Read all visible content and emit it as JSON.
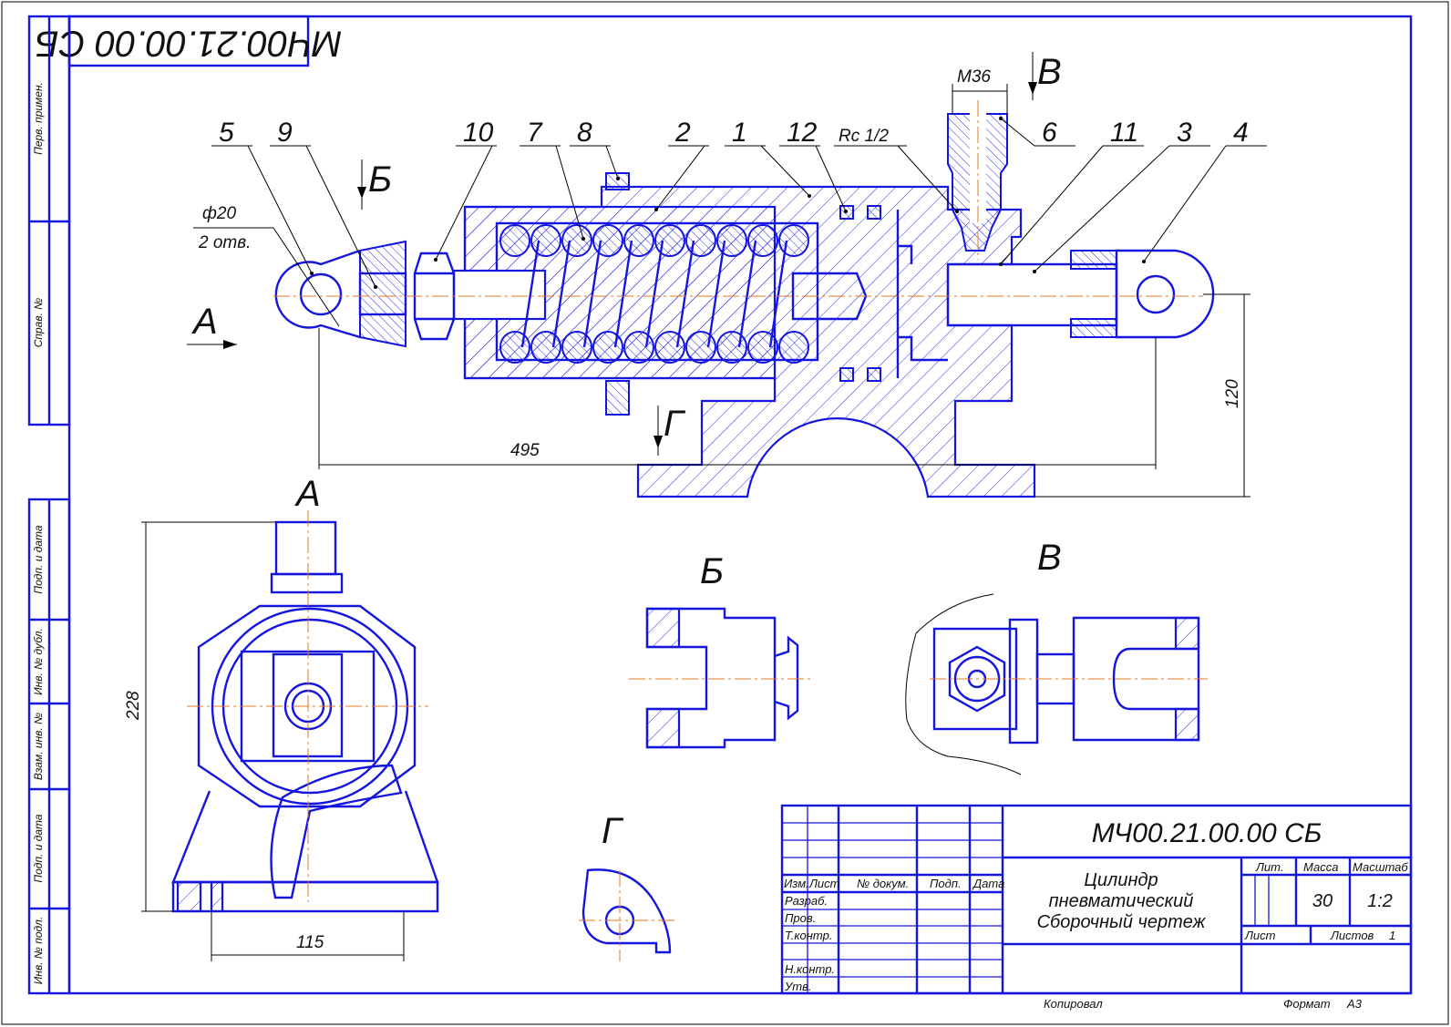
{
  "drawing": {
    "designation": "МЧ00.21.00.00 СБ",
    "designation_rotated": "МЧ00.21.00.00 СБ",
    "title_lines": [
      "Цилиндр",
      "пневматический",
      "Сборочный чертеж"
    ],
    "mass": "30",
    "scale": "1:2",
    "sheets_total": "1",
    "format_label": "Формат",
    "format_value": "A3",
    "copied_label": "Копировал"
  },
  "title_block": {
    "headers": {
      "izm": "Изм.",
      "list": "Лист",
      "doc_no": "№ докум.",
      "sign": "Подп.",
      "date": "Дата"
    },
    "rows": [
      "Разраб.",
      "Пров.",
      "Т.контр.",
      "Н.контр.",
      "Утв."
    ],
    "lit": "Лит.",
    "mass_label": "Масса",
    "scale_label": "Масштаб",
    "sheet_label": "Лист",
    "sheets_label": "Листов"
  },
  "side_strip": [
    "Перв. примен.",
    "Справ. №",
    "Подп. и дата",
    "Инв. № дубл.",
    "Взам. инв. №",
    "Подп. и дата",
    "Инв. № подл."
  ],
  "main_view": {
    "part_labels": [
      "5",
      "9",
      "10",
      "7",
      "8",
      "2",
      "1",
      "12",
      "Rc 1/2",
      "6",
      "11",
      "3",
      "4"
    ],
    "hole_note": [
      "ф20",
      "2 отв."
    ],
    "thread": "M36",
    "dim_length": "495",
    "dim_height": "120",
    "section_marks": {
      "a": "А",
      "b": "Б",
      "v": "В",
      "g": "Г"
    }
  },
  "views": {
    "a": {
      "label": "А",
      "dim_height": "228",
      "dim_width": "115"
    },
    "b": {
      "label": "Б"
    },
    "v": {
      "label": "В"
    },
    "g": {
      "label": "Г"
    }
  }
}
